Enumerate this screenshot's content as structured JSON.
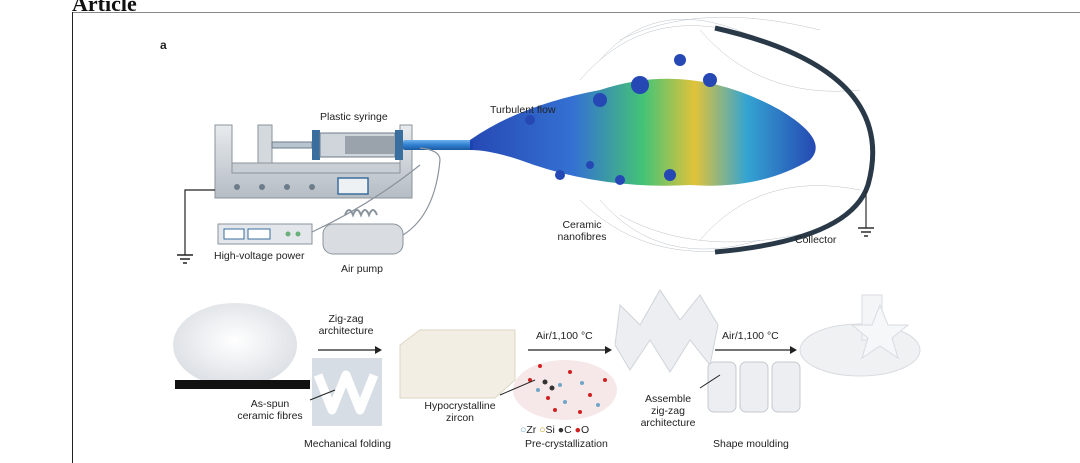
{
  "header": {
    "title": "Article"
  },
  "panel": {
    "letter": "a"
  },
  "top": {
    "plastic_syringe": "Plastic syringe",
    "turbulent_flow": "Turbulent flow",
    "ceramic_nanofibres": [
      "Ceramic",
      "nanofibres"
    ],
    "high_voltage_power": "High-voltage power",
    "air_pump": "Air pump",
    "collector": "Collector"
  },
  "bottom": {
    "zigzag_architecture": [
      "Zig-zag",
      "architecture"
    ],
    "as_spun": [
      "As-spun",
      "ceramic fibres"
    ],
    "mechanical_folding": "Mechanical folding",
    "air_temp_1": "Air/1,100 °C",
    "hypocrystalline": [
      "Hypocrystalline",
      "zircon"
    ],
    "pre_crystallization": "Pre-crystallization",
    "legend": [
      {
        "symbol": "○",
        "name": "Zr",
        "color": "#6fa6c8"
      },
      {
        "symbol": "○",
        "name": "Si",
        "color": "#c8a020"
      },
      {
        "symbol": "●",
        "name": "C",
        "color": "#333333"
      },
      {
        "symbol": "●",
        "name": "O",
        "color": "#d02020"
      }
    ],
    "assemble": [
      "Assemble",
      "zig-zag",
      "architecture"
    ],
    "air_temp_2": "Air/1,100 °C",
    "shape_moulding": "Shape moulding"
  },
  "colors": {
    "syringe_blue": "#2f7fd0",
    "fibre_blue": "#1a3fb0",
    "collector_arc": "#1f2f3f"
  }
}
